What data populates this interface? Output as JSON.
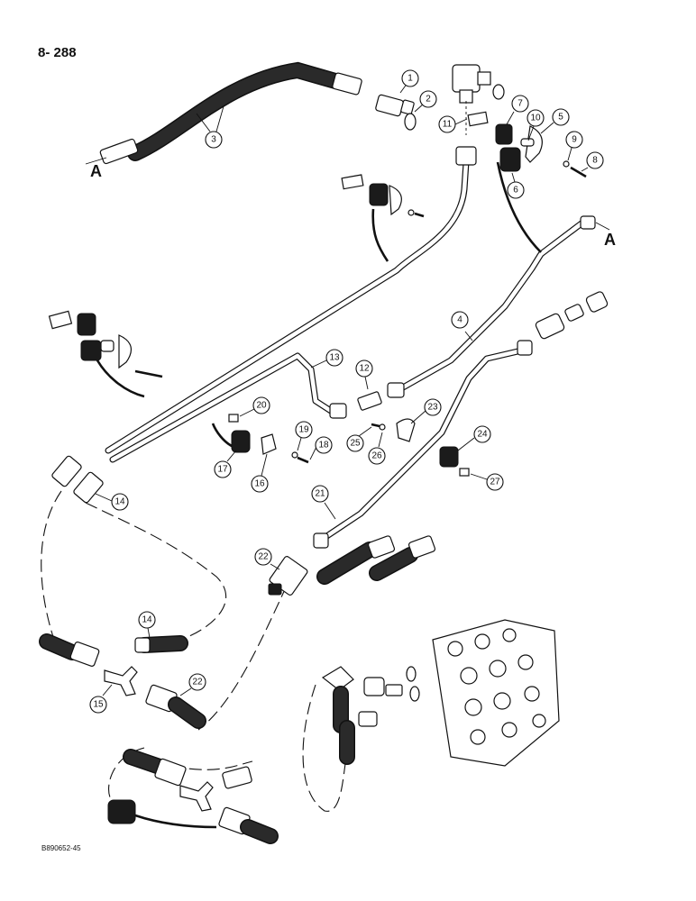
{
  "page_number": "8- 288",
  "figure_code": "B890652-45",
  "reference_labels": {
    "left_end": "A",
    "right_end": "A"
  },
  "callouts": [
    "1",
    "2",
    "3",
    "4",
    "5",
    "6",
    "7",
    "8",
    "9",
    "10",
    "11",
    "12",
    "13",
    "14",
    "15",
    "16",
    "17",
    "18",
    "19",
    "20",
    "21",
    "22",
    "23",
    "24",
    "25",
    "26",
    "27"
  ],
  "callout_14_second": "14",
  "callout_22_second": "22"
}
